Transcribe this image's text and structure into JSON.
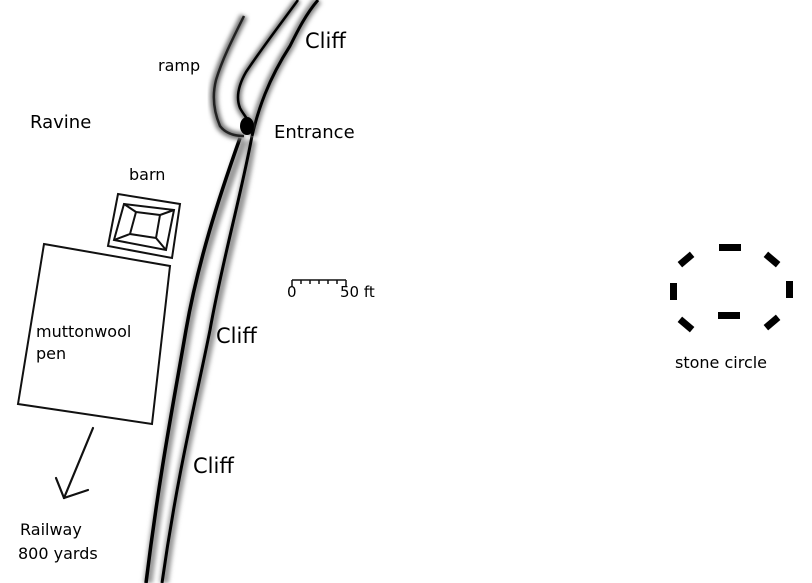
{
  "labels": {
    "cliff_top": "Cliff",
    "ramp": "ramp",
    "ravine": "Ravine",
    "entrance": "Entrance",
    "barn": "barn",
    "cliff_mid": "Cliff",
    "pen_line1": "muttonwool",
    "pen_line2": "pen",
    "cliff_low": "Cliff",
    "railway_line1": "Railway",
    "railway_line2": "800 yards",
    "stone_circle": "stone circle"
  },
  "scale": {
    "start": "0",
    "end": "50 ft"
  }
}
